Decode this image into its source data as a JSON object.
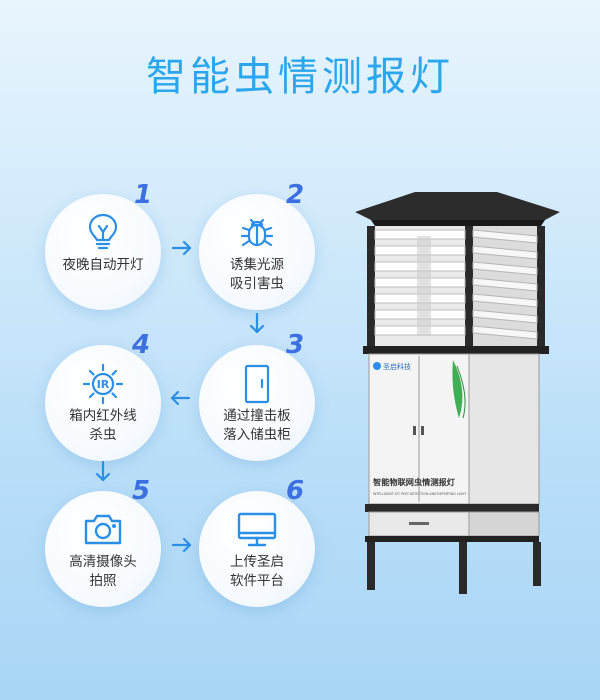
{
  "title": "智能虫情测报灯",
  "steps": [
    {
      "num": "1",
      "label": "夜晚自动开灯"
    },
    {
      "num": "2",
      "label": "诱集光源\n吸引害虫"
    },
    {
      "num": "3",
      "label": "通过撞击板\n落入储虫柜"
    },
    {
      "num": "4",
      "label": "箱内红外线\n杀虫"
    },
    {
      "num": "5",
      "label": "高清摄像头\n拍照"
    },
    {
      "num": "6",
      "label": "上传圣启\n软件平台"
    }
  ],
  "icons": {
    "step1": "bulb-icon",
    "step2": "bug-icon",
    "step3": "door-icon",
    "step4": "infrared-icon",
    "step5": "camera-icon",
    "step6": "monitor-icon"
  },
  "device": {
    "logo": "圣启科技",
    "label_cn": "智能物联网虫情测报灯",
    "label_en": "INTELLIGENT IOT PEST DETECTION AND REPORTING LIGHT"
  },
  "colors": {
    "title": "#2aa6ec",
    "icon": "#2b8fe6",
    "number": "#3c6fe0",
    "arrow": "#2b8fe6"
  }
}
